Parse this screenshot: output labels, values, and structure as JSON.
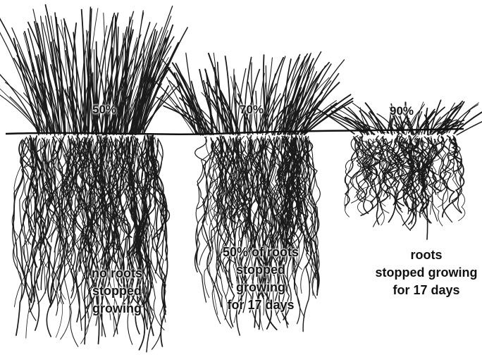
{
  "plants": [
    {
      "percent": "50%",
      "description": [
        "no roots",
        "stopped",
        "growing"
      ]
    },
    {
      "percent": "70%",
      "description": [
        "50% of roots",
        "stopped",
        "growing",
        "for 17 days"
      ]
    },
    {
      "percent": "90%",
      "description": [
        "roots",
        "stopped growing",
        "for 17 days"
      ]
    }
  ],
  "colors": {
    "ink": "#111111",
    "background": "#ffffff"
  }
}
